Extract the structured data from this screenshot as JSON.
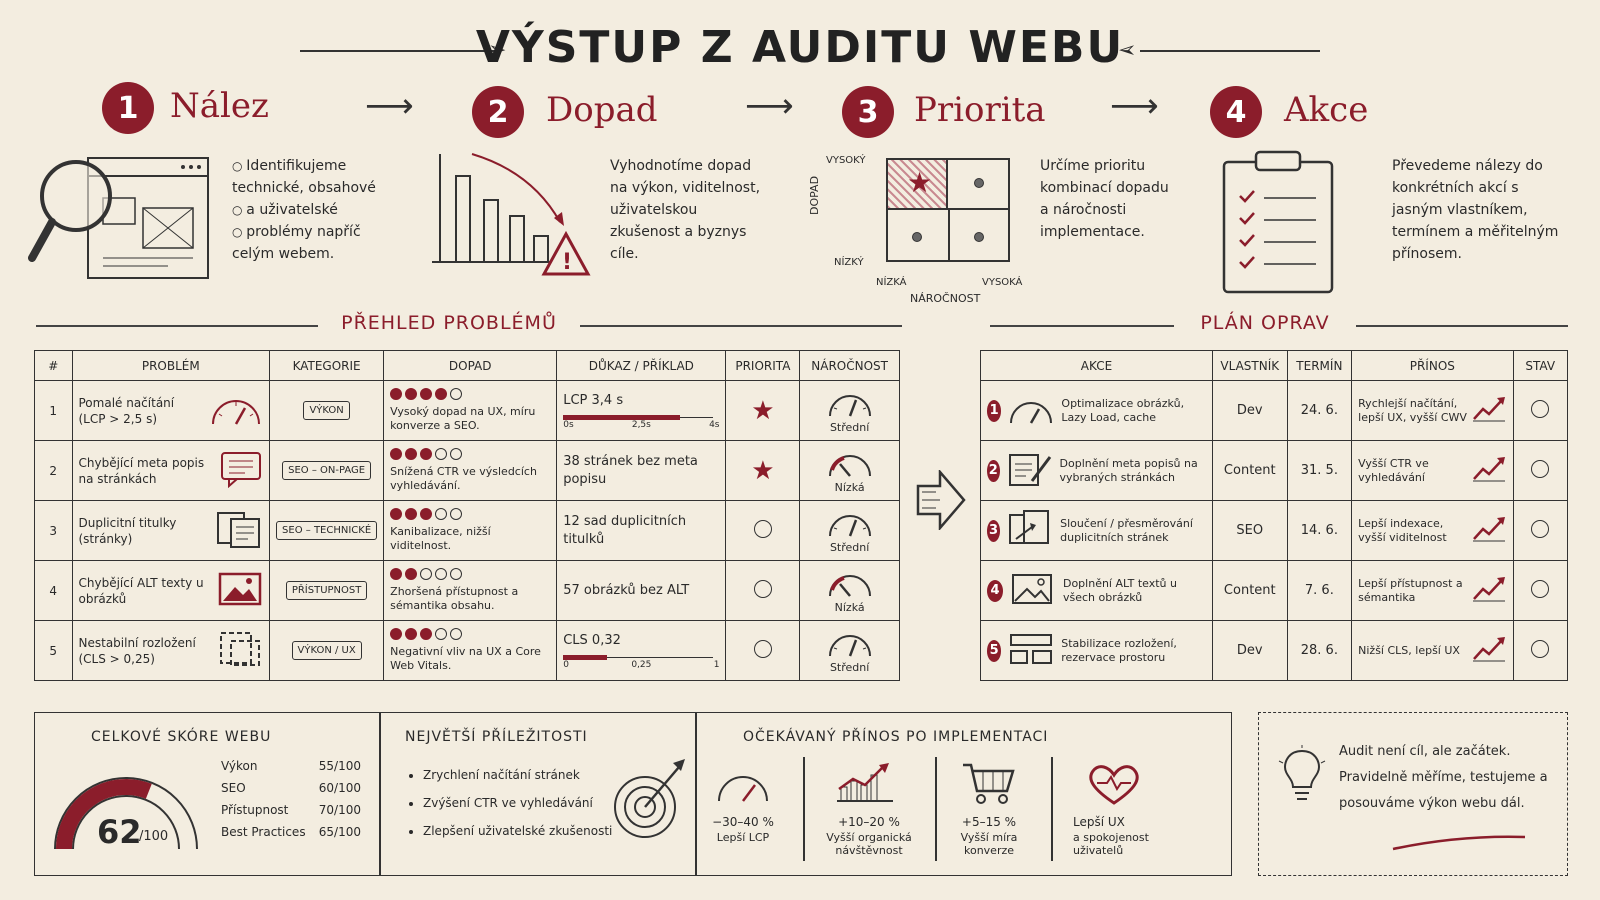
{
  "title": "VÝSTUP Z AUDITU WEBU",
  "steps": [
    {
      "num": "1",
      "title": "Nález",
      "items": [
        "Identifikujeme technické, obsahové",
        "a uživatelské",
        "problémy napříč celým webem."
      ]
    },
    {
      "num": "2",
      "title": "Dopad",
      "text": "Vyhodnotíme dopad na výkon, viditelnost, uživatelskou zkušenost a byznys cíle."
    },
    {
      "num": "3",
      "title": "Priorita",
      "text": "Určíme prioritu kombinací dopadu a náročnosti implementace.",
      "matrix": {
        "y_axis": "DOPAD",
        "y_high": "VYSOKÝ",
        "y_low": "NÍZKÝ",
        "x_low": "NÍZKÁ",
        "x_high": "VYSOKÁ",
        "x_axis": "NÁROČNOST"
      }
    },
    {
      "num": "4",
      "title": "Akce",
      "text": "Převedeme nálezy do konkrétních akcí s jasným vlastníkem, termínem a měřitelným přínosem."
    }
  ],
  "issues_title": "PŘEHLED PROBLÉMŮ",
  "plan_title": "PLÁN OPRAV",
  "issues_headers": [
    "#",
    "PROBLÉM",
    "KATEGORIE",
    "DOPAD",
    "DŮKAZ / PŘÍKLAD",
    "PRIORITA",
    "NÁROČNOST"
  ],
  "issues": [
    {
      "n": "1",
      "problem": "Pomalé načítání (LCP > 2,5 s)",
      "category": "VÝKON",
      "dots": 4,
      "impact": "Vysoký dopad na UX, míru konverze a SEO.",
      "evidence": "LCP 3,4 s",
      "scale": [
        "0s",
        "2,5s",
        "4s"
      ],
      "priority": "star",
      "effort": "Střední"
    },
    {
      "n": "2",
      "problem": "Chybějící meta popis na stránkách",
      "category": "SEO – ON-PAGE",
      "dots": 3,
      "impact": "Snížená CTR ve výsledcích vyhledávání.",
      "evidence": "38 stránek bez meta popisu",
      "priority": "star",
      "effort": "Nízká"
    },
    {
      "n": "3",
      "problem": "Duplicitní titulky (stránky)",
      "category": "SEO – TECHNICKÉ",
      "dots": 3,
      "impact": "Kanibalizace, nižší viditelnost.",
      "evidence": "12 sad duplicitních titulků",
      "priority": "circle",
      "effort": "Střední"
    },
    {
      "n": "4",
      "problem": "Chybějící ALT texty u obrázků",
      "category": "PŘÍSTUPNOST",
      "dots": 2,
      "impact": "Zhoršená přístupnost a sémantika obsahu.",
      "evidence": "57 obrázků bez ALT",
      "priority": "circle",
      "effort": "Nízká"
    },
    {
      "n": "5",
      "problem": "Nestabilní rozložení (CLS > 0,25)",
      "category": "VÝKON / UX",
      "dots": 3,
      "impact": "Negativní vliv na UX a Core Web Vitals.",
      "evidence": "CLS 0,32",
      "scale": [
        "0",
        "0,25",
        "1"
      ],
      "priority": "circle",
      "effort": "Střední"
    }
  ],
  "plan_headers": [
    "AKCE",
    "VLASTNÍK",
    "TERMÍN",
    "PŘÍNOS",
    "STAV"
  ],
  "plan": [
    {
      "n": "1",
      "action": "Optimalizace obrázků, Lazy Load, cache",
      "owner": "Dev",
      "date": "24. 6.",
      "benefit": "Rychlejší načítání, lepší UX, vyšší CWV"
    },
    {
      "n": "2",
      "action": "Doplnění meta popisů na vybraných stránkách",
      "owner": "Content",
      "date": "31. 5.",
      "benefit": "Vyšší CTR ve vyhledávání"
    },
    {
      "n": "3",
      "action": "Sloučení / přesměrování duplicitních stránek",
      "owner": "SEO",
      "date": "14. 6.",
      "benefit": "Lepší indexace, vyšší viditelnost"
    },
    {
      "n": "4",
      "action": "Doplnění ALT textů u všech obrázků",
      "owner": "Content",
      "date": "7. 6.",
      "benefit": "Lepší přístupnost a sémantika"
    },
    {
      "n": "5",
      "action": "Stabilizace rozložení, rezervace prostoru",
      "owner": "Dev",
      "date": "28. 6.",
      "benefit": "Nižší CLS, lepší UX"
    }
  ],
  "score": {
    "title": "CELKOVÉ SKÓRE WEBU",
    "value": "62",
    "max": "/100",
    "fraction": 0.62,
    "rows": [
      {
        "label": "Výkon",
        "value": "55/100"
      },
      {
        "label": "SEO",
        "value": "60/100"
      },
      {
        "label": "Přístupnost",
        "value": "70/100"
      },
      {
        "label": "Best Practices",
        "value": "65/100"
      }
    ]
  },
  "opportunities": {
    "title": "NEJVĚTŠÍ PŘÍLEŽITOSTI",
    "items": [
      "Zrychlení načítání stránek",
      "Zvýšení CTR ve vyhledávání",
      "Zlepšení uživatelské zkušenosti"
    ]
  },
  "benefits": {
    "title": "OČEKÁVANÝ PŘÍNOS PO IMPLEMENTACI",
    "items": [
      {
        "value": "−30–40 %",
        "label": "Lepší LCP"
      },
      {
        "value": "+10–20 %",
        "label": "Vyšší organická návštěvnost"
      },
      {
        "value": "+5–15 %",
        "label": "Vyšší míra konverze"
      },
      {
        "value": "Lepší UX",
        "label": "a spokojenost uživatelů"
      }
    ]
  },
  "note": "Audit není cíl, ale začátek. Pravidelně měříme, testujeme a posouváme výkon webu dál.",
  "colors": {
    "accent": "#8b1d2b",
    "paper": "#f3ede0",
    "ink": "#2a2a2a"
  }
}
